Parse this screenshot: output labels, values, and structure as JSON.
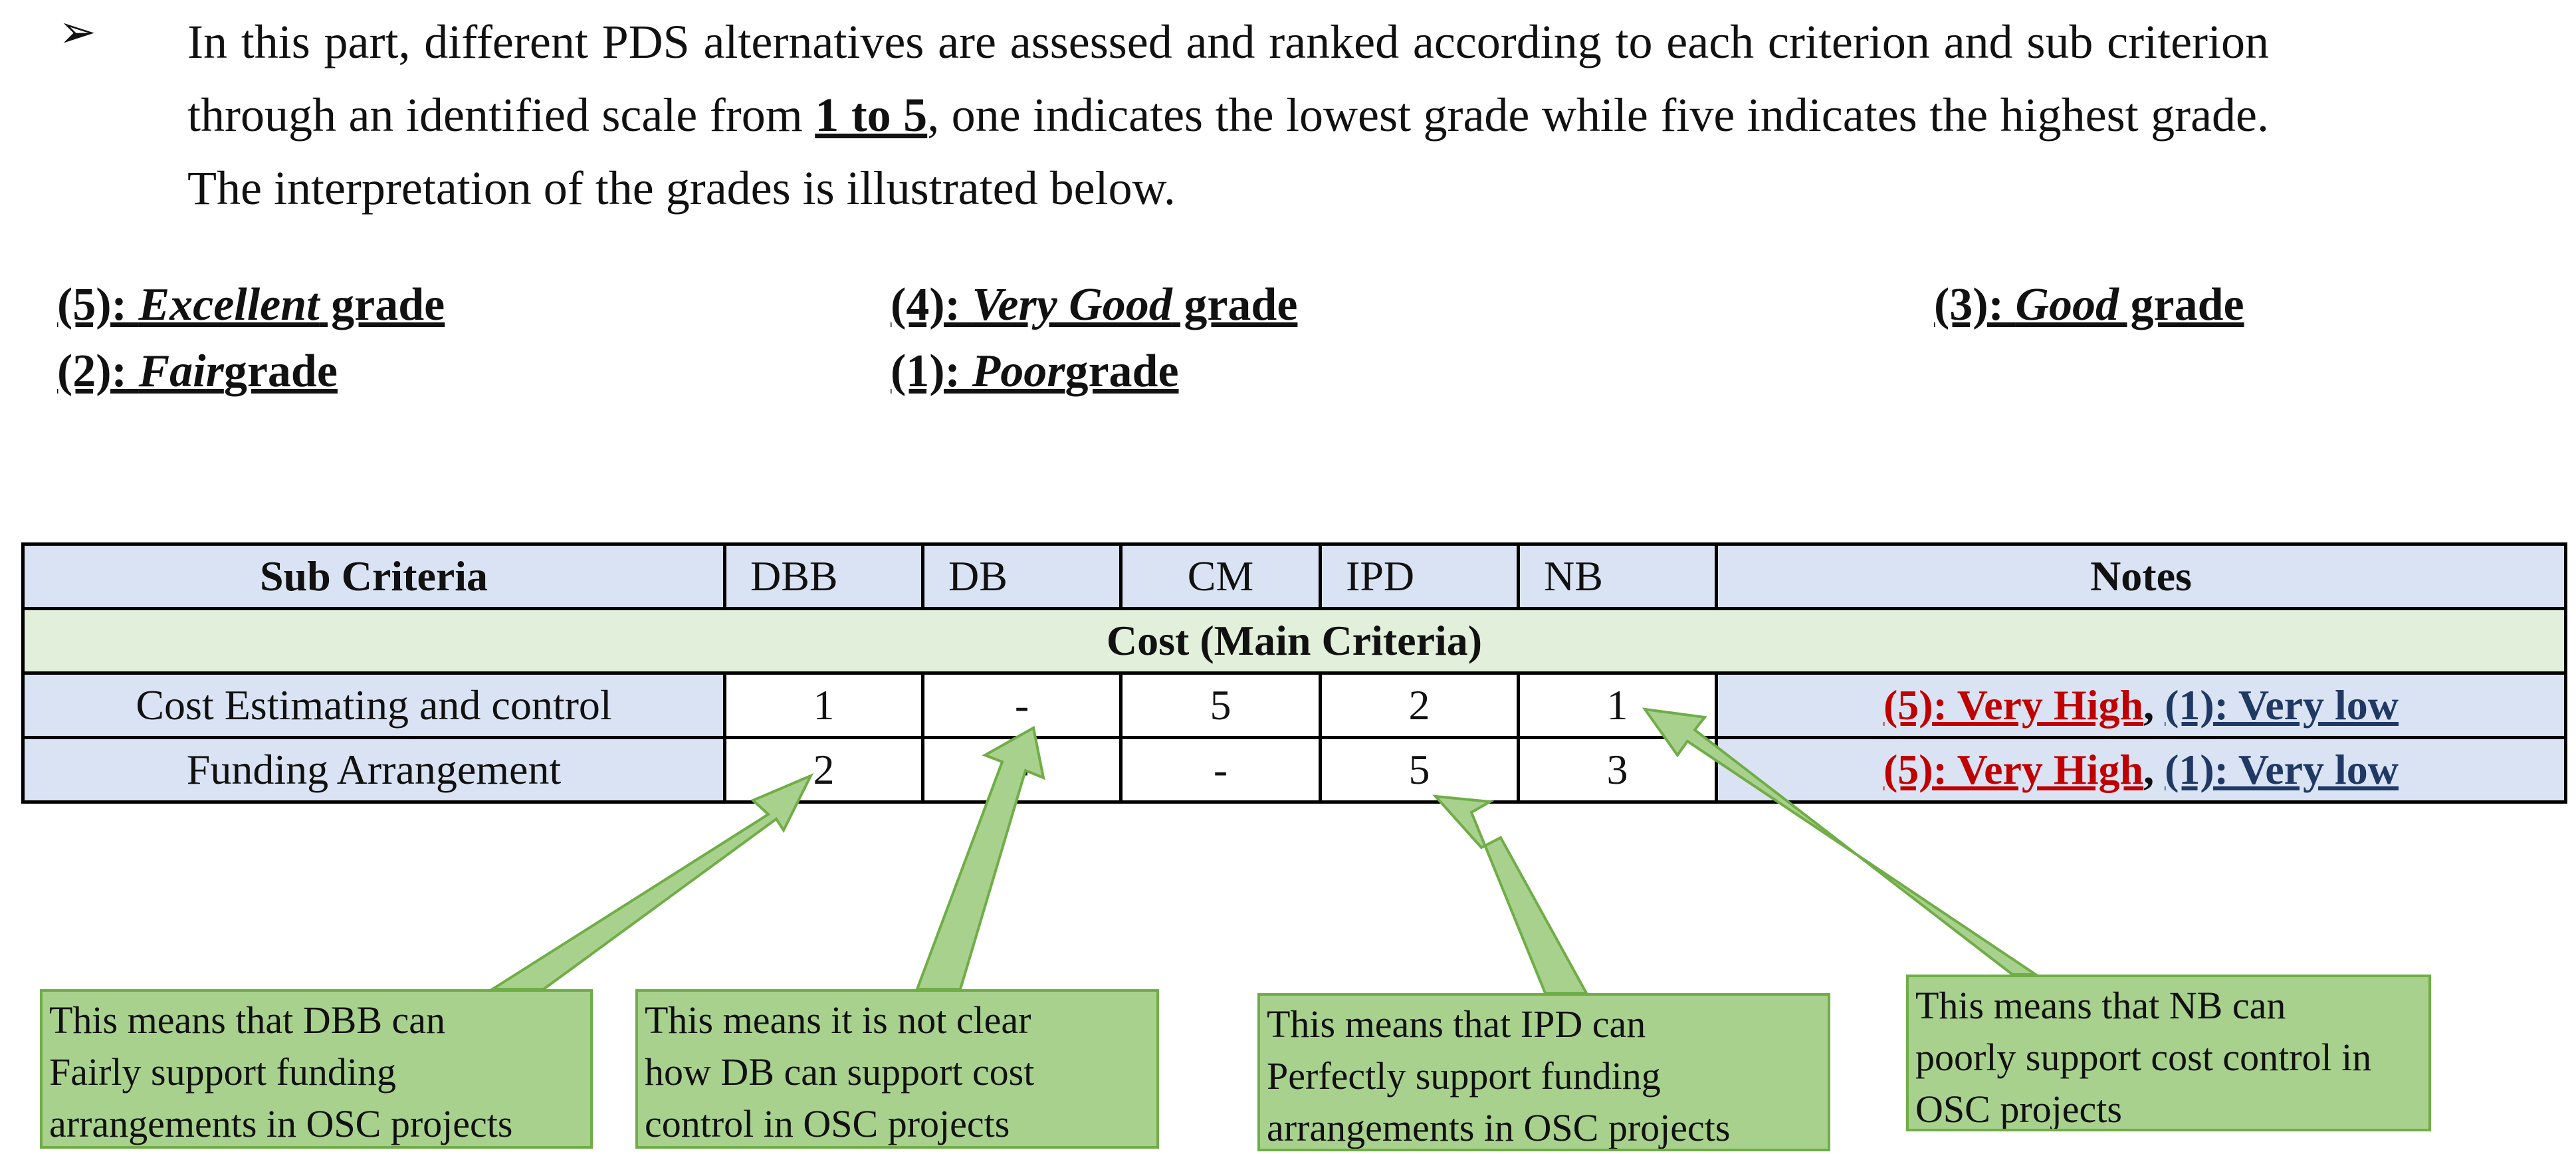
{
  "intro": {
    "bullet_glyph": "➢",
    "text_before": "In this part, different PDS alternatives are assessed and ranked according to each criterion and sub criterion through an identified scale from ",
    "scale": "1 to 5",
    "text_after": ", one indicates the lowest grade while five indicates the highest grade. The interpretation of the grades is illustrated below."
  },
  "grades": [
    {
      "prefix": "(5): ",
      "word": "Excellent",
      "suffix": " grade"
    },
    {
      "prefix": "(4): ",
      "word": "Very Good",
      "suffix": " grade"
    },
    {
      "prefix": "(3): ",
      "word": "Good",
      "suffix": " grade"
    },
    {
      "prefix": "(2): ",
      "word": "Fair",
      "suffix": "grade"
    },
    {
      "prefix": "(1): ",
      "word": "Poor",
      "suffix": "grade"
    }
  ],
  "table": {
    "headers": [
      "Sub Criteria",
      "DBB",
      "DB",
      "CM",
      "IPD",
      "NB",
      "Notes"
    ],
    "main_criteria": "Cost (Main Criteria)",
    "rows": [
      {
        "label": "Cost Estimating and control",
        "values": [
          "1",
          "-",
          "5",
          "2",
          "1"
        ],
        "note_high": "(5): Very High",
        "note_sep": ", ",
        "note_low": "(1): Very low"
      },
      {
        "label": "Funding Arrangement",
        "values": [
          "2",
          "-",
          "-",
          "5",
          "3"
        ],
        "note_high": "(5): Very High",
        "note_sep": ", ",
        "note_low": "(1): Very low"
      }
    ]
  },
  "callouts": [
    {
      "lines": [
        "This means that DBB can",
        "Fairly support funding",
        "arrangements  in OSC projects"
      ]
    },
    {
      "lines": [
        "This means it is not clear",
        "how DB can support cost",
        "control in OSC projects"
      ]
    },
    {
      "lines": [
        "This means that IPD can",
        "Perfectly support funding",
        "arrangements  in OSC projects"
      ]
    },
    {
      "lines": [
        "This means that NB can",
        "poorly support cost control in",
        "OSC projects"
      ]
    }
  ],
  "colors": {
    "header_fill": "#dae3f3",
    "main_criteria_fill": "#e2efda",
    "callout_fill": "#a9d18e",
    "callout_border": "#70ad47",
    "note_high": "#c00000",
    "note_low": "#1f3864"
  }
}
